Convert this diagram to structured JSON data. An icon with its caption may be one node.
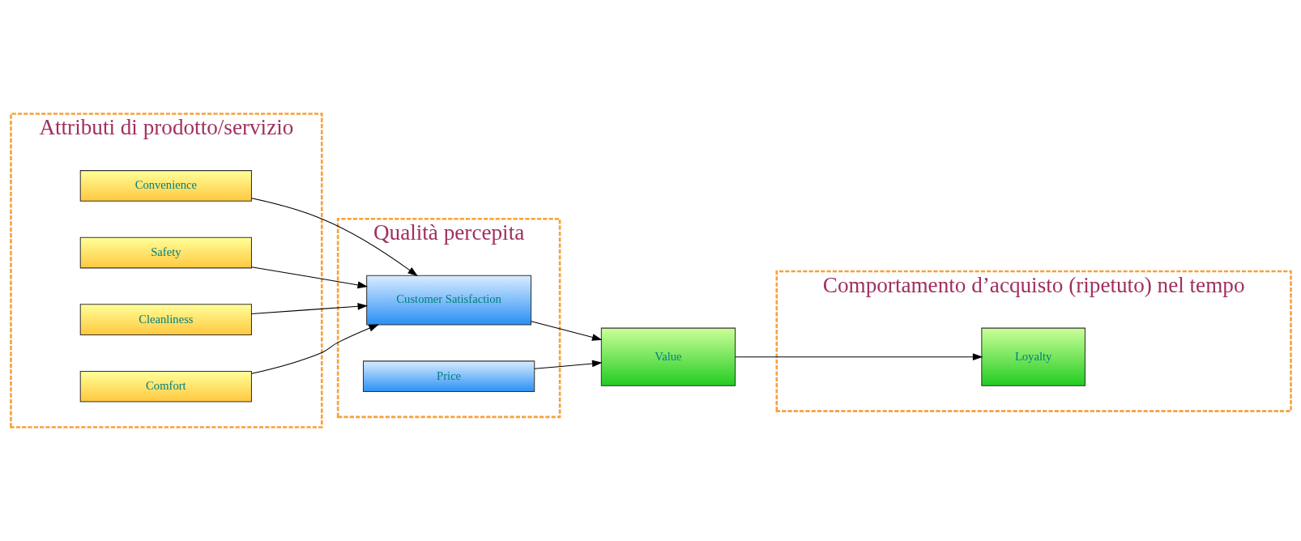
{
  "diagram": {
    "nodes": [
      {
        "text": [
          "Attributi di prodotto/servizio"
        ]
      },
      {
        "text": [
          "Convenience"
        ],
        "in": 0
      },
      {
        "text": [
          "Safety"
        ],
        "in": 0
      },
      {
        "text": [
          "Cleanliness"
        ],
        "in": 0
      },
      {
        "text": [
          "Comfort"
        ],
        "in": 0
      },
      {
        "text": [
          "Qualità percepita"
        ]
      },
      {
        "text": [
          "Customer Satisfaction"
        ],
        "in": 5
      },
      {
        "text": [
          "Price"
        ],
        "in": 5
      },
      {
        "text": [
          "Value"
        ]
      },
      {
        "text": [
          "Comportamento d’acquisto (ripetuto) nel tempo"
        ]
      },
      {
        "text": [
          "Loyalty"
        ],
        "in": 9
      }
    ],
    "edges": [
      {
        "from": 1,
        "to": 6,
        "arrow": "to"
      },
      {
        "from": 2,
        "to": 6,
        "arrow": "to"
      },
      {
        "from": 3,
        "to": 6,
        "arrow": "to"
      },
      {
        "from": 4,
        "to": 6,
        "arrow": "to"
      },
      {
        "from": 6,
        "to": 8,
        "arrow": "to"
      },
      {
        "from": 7,
        "to": 8,
        "arrow": "to"
      },
      {
        "from": 8,
        "to": 10,
        "arrow": "to"
      }
    ]
  }
}
